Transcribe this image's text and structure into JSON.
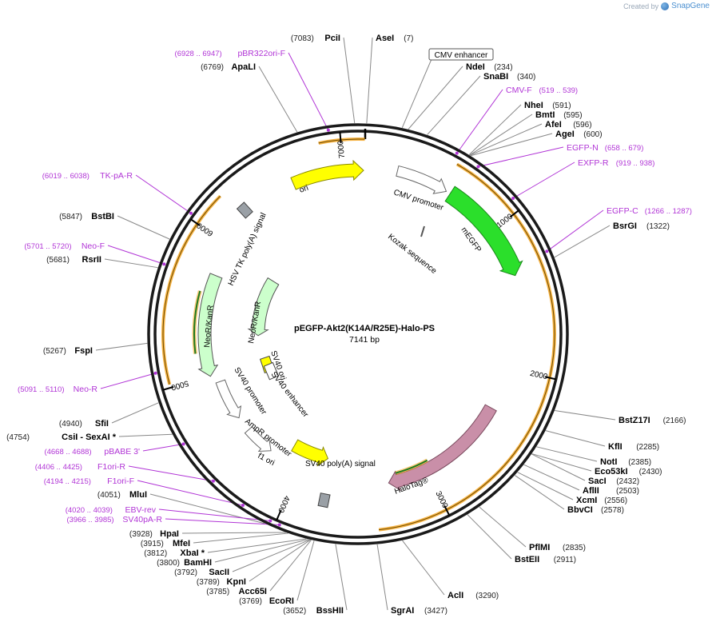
{
  "app": {
    "credit": "Created by",
    "brand": "SnapGene"
  },
  "plasmid": {
    "name": "pEGFP-Akt2(K14A/R25E)-Halo-PS",
    "size_label": "7141 bp",
    "length": 7141
  },
  "ticks": [
    {
      "pos": 1000,
      "label": "1000"
    },
    {
      "pos": 2000,
      "label": "2000"
    },
    {
      "pos": 3000,
      "label": "3000"
    },
    {
      "pos": 4000,
      "label": "4000"
    },
    {
      "pos": 5000,
      "label": "5000"
    },
    {
      "pos": 6000,
      "label": "6000"
    },
    {
      "pos": 7000,
      "label": "7000"
    }
  ],
  "enzymes": [
    {
      "name": "PciI",
      "pos": "(7083)",
      "side": "left",
      "bp": 7083
    },
    {
      "name": "AseI",
      "pos": "(7)",
      "side": "right",
      "bp": 7
    },
    {
      "name": "NdeI",
      "pos": "(234)",
      "side": "right",
      "bp": 234
    },
    {
      "name": "SnaBI",
      "pos": "(340)",
      "side": "right",
      "bp": 340
    },
    {
      "name": "NheI",
      "pos": "(591)",
      "side": "right",
      "bp": 591
    },
    {
      "name": "BmtI",
      "pos": "(595)",
      "side": "right",
      "bp": 595
    },
    {
      "name": "AfeI",
      "pos": "(596)",
      "side": "right",
      "bp": 596
    },
    {
      "name": "AgeI",
      "pos": "(600)",
      "side": "right",
      "bp": 600
    },
    {
      "name": "BsrGI",
      "pos": "(1322)",
      "side": "right",
      "bp": 1322
    },
    {
      "name": "BstZ17I",
      "pos": "(2166)",
      "side": "right",
      "bp": 2166
    },
    {
      "name": "KflI",
      "pos": "(2285)",
      "side": "right",
      "bp": 2285
    },
    {
      "name": "NotI",
      "pos": "(2385)",
      "side": "right",
      "bp": 2385
    },
    {
      "name": "Eco53kI",
      "pos": "(2430)",
      "side": "right",
      "bp": 2430
    },
    {
      "name": "SacI",
      "pos": "(2432)",
      "side": "right",
      "bp": 2432
    },
    {
      "name": "AflII",
      "pos": "(2503)",
      "side": "right",
      "bp": 2503
    },
    {
      "name": "XcmI",
      "pos": "(2556)",
      "side": "right",
      "bp": 2556
    },
    {
      "name": "BbvCI",
      "pos": "(2578)",
      "side": "right",
      "bp": 2578
    },
    {
      "name": "PflMI",
      "pos": "(2835)",
      "side": "right",
      "bp": 2835
    },
    {
      "name": "BstEII",
      "pos": "(2911)",
      "side": "right",
      "bp": 2911
    },
    {
      "name": "AclI",
      "pos": "(3290)",
      "side": "right",
      "bp": 3290
    },
    {
      "name": "SgrAI",
      "pos": "(3427)",
      "side": "right",
      "bp": 3427
    },
    {
      "name": "BssHII",
      "pos": "(3652)",
      "side": "left",
      "bp": 3652
    },
    {
      "name": "EcoRI",
      "pos": "(3769)",
      "side": "left",
      "bp": 3769
    },
    {
      "name": "Acc65I",
      "pos": "(3785)",
      "side": "left",
      "bp": 3785
    },
    {
      "name": "KpnI",
      "pos": "(3789)",
      "side": "left",
      "bp": 3789
    },
    {
      "name": "SacII",
      "pos": "(3792)",
      "side": "left",
      "bp": 3792
    },
    {
      "name": "BamHI",
      "pos": "(3800)",
      "side": "left",
      "bp": 3800
    },
    {
      "name": "XbaI *",
      "pos": "(3812)",
      "side": "left",
      "bp": 3812
    },
    {
      "name": "MfeI",
      "pos": "(3915)",
      "side": "left",
      "bp": 3915
    },
    {
      "name": "HpaI",
      "pos": "(3928)",
      "side": "left",
      "bp": 3928
    },
    {
      "name": "MluI",
      "pos": "(4051)",
      "side": "left",
      "bp": 4051
    },
    {
      "name": "CsiI  - SexAI *",
      "pos": "(4754)",
      "side": "left",
      "bp": 4754
    },
    {
      "name": "SfiI",
      "pos": "(4940)",
      "side": "left",
      "bp": 4940
    },
    {
      "name": "FspI",
      "pos": "(5267)",
      "side": "left",
      "bp": 5267
    },
    {
      "name": "RsrII",
      "pos": "(5681)",
      "side": "left",
      "bp": 5681
    },
    {
      "name": "BstBI",
      "pos": "(5847)",
      "side": "left",
      "bp": 5847
    },
    {
      "name": "ApaLI",
      "pos": "(6769)",
      "side": "left",
      "bp": 6769
    }
  ],
  "primers": [
    {
      "name": "pBR322ori-F",
      "pos": "(6928 .. 6947)",
      "side": "left",
      "bp": 6937
    },
    {
      "name": "CMV-F",
      "pos": "(519 .. 539)",
      "side": "right",
      "bp": 529
    },
    {
      "name": "EGFP-N",
      "pos": "(658 .. 679)",
      "side": "right",
      "bp": 668
    },
    {
      "name": "EXFP-R",
      "pos": "(919 .. 938)",
      "side": "right",
      "bp": 928
    },
    {
      "name": "EGFP-C",
      "pos": "(1266 .. 1287)",
      "side": "right",
      "bp": 1276
    },
    {
      "name": "TK-pA-R",
      "pos": "(6019 .. 6038)",
      "side": "left",
      "bp": 6028
    },
    {
      "name": "Neo-F",
      "pos": "(5701 .. 5720)",
      "side": "left",
      "bp": 5710
    },
    {
      "name": "Neo-R",
      "pos": "(5091 .. 5110)",
      "side": "left",
      "bp": 5100
    },
    {
      "name": "pBABE 3'",
      "pos": "(4668 .. 4688)",
      "side": "left",
      "bp": 4678
    },
    {
      "name": "F1ori-R",
      "pos": "(4406 .. 4425)",
      "side": "left",
      "bp": 4415
    },
    {
      "name": "F1ori-F",
      "pos": "(4194 .. 4215)",
      "side": "left",
      "bp": 4204
    },
    {
      "name": "EBV-rev",
      "pos": "(4020 .. 4039)",
      "side": "left",
      "bp": 4030
    },
    {
      "name": "SV40pA-R",
      "pos": "(3966 .. 3985)",
      "side": "left",
      "bp": 3975
    }
  ],
  "boxed_feature": {
    "name": "CMV enhancer",
    "bp": 200
  },
  "features": [
    {
      "name": "CMV promoter",
      "start": 230,
      "end": 590,
      "radius": 210,
      "width": 13,
      "color": "#ffffff",
      "stroke": "#666666",
      "dir": 1
    },
    {
      "name": "mEGFP",
      "start": 620,
      "end": 1340,
      "radius": 210,
      "width": 22,
      "color": "#2bdf2b",
      "stroke": "#1a8a1a",
      "dir": 1
    },
    {
      "name": "HaloTag®",
      "start": 2320,
      "end": 3300,
      "radius": 190,
      "width": 16,
      "color": "#c98fa8",
      "stroke": "#7a4a5e",
      "dir": 1
    },
    {
      "name": "ori",
      "start": 6640,
      "end": 7140,
      "radius": 205,
      "width": 16,
      "color": "#ffff00",
      "stroke": "#8a8a00",
      "dir": 1
    },
    {
      "name": "NeoR/KanR",
      "start": 5760,
      "end": 5000,
      "radius": 192,
      "width": 16,
      "color": "#ccffcc",
      "stroke": "#555555",
      "dir": -1
    },
    {
      "name": "NeoR/KanR",
      "start": 5950,
      "end": 5300,
      "radius": 125,
      "width": 16,
      "color": "#ccffcc",
      "stroke": "#555555",
      "dir": -1
    },
    {
      "name": "f1 ori",
      "start": 4120,
      "end": 3800,
      "radius": 160,
      "width": 16,
      "color": "#ffff00",
      "stroke": "#8a8a00",
      "dir": -1
    },
    {
      "name": "AmpR promoter",
      "start": 4500,
      "end": 4260,
      "radius": 182,
      "width": 12,
      "color": "#ffffff",
      "stroke": "#666666",
      "dir": -1
    },
    {
      "name": "SV40 promoter",
      "start": 4940,
      "end": 4620,
      "radius": 182,
      "width": 12,
      "color": "#ffffff",
      "stroke": "#666666",
      "dir": -1
    }
  ],
  "gray_boxes": [
    {
      "name": "HSV TK poly(A) signal",
      "bp": 6260,
      "radius": 210
    },
    {
      "name": "SV40 poly(A) signal",
      "bp": 3760,
      "radius": 212
    }
  ],
  "small_features": [
    {
      "name": "SV40 ori",
      "bp": 4950,
      "radius": 90,
      "color": "#ffff00"
    },
    {
      "name": "SV40 enhancer",
      "bp": 4860,
      "radius": 88,
      "color": "#ffffff"
    }
  ],
  "labels": {
    "cmv_promoter": "CMV promoter",
    "kozak": "Kozak sequence",
    "megfp": "mEGFP",
    "halotag": "HaloTag®",
    "ori": "ori",
    "hsv_tk": "HSV TK poly(A) signal",
    "neo_outer": "NeoR/KanR",
    "neo_inner": "NeoR/KanR",
    "sv40_ori": "SV40 ori",
    "sv40_enh": "SV40 enhancer",
    "sv40_prom": "SV40 promoter",
    "ampr_prom": "AmpR promoter",
    "f1_ori": "f1 ori",
    "sv40_polya": "SV40 poly(A) signal"
  },
  "colors": {
    "backbone": "#1a1a1a",
    "orange_band": "#f5a623",
    "primer": "#b135d6",
    "line": "#888888"
  }
}
